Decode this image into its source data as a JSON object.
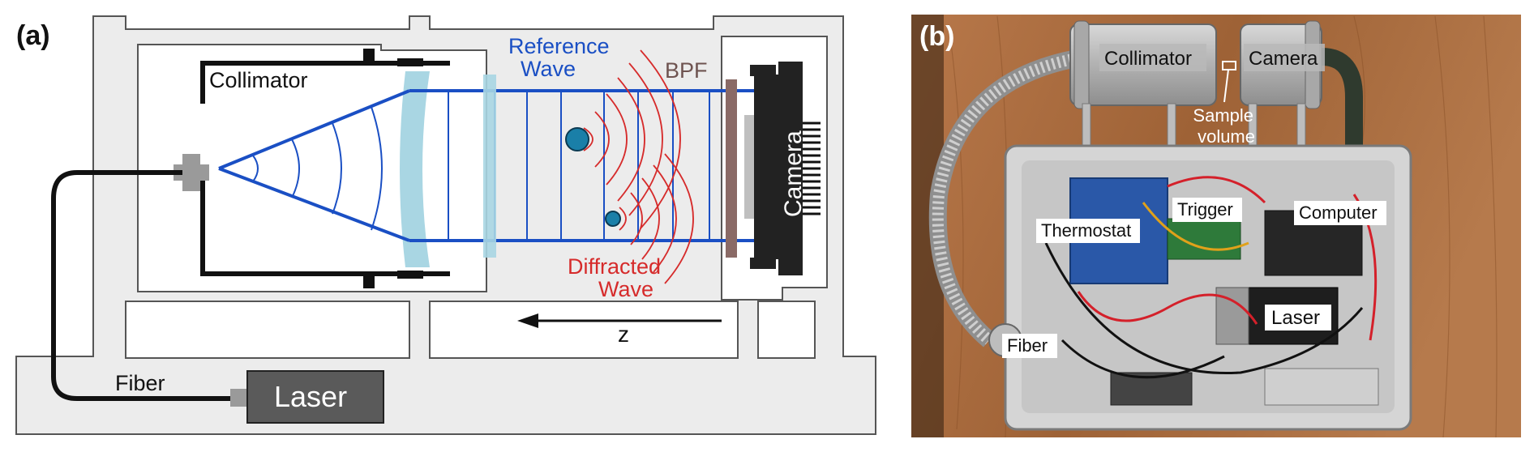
{
  "panel_a": {
    "tag": "(a)",
    "labels": {
      "collimator": "Collimator",
      "reference_wave_line1": "Reference",
      "reference_wave_line2": "Wave",
      "bpf": "BPF",
      "camera": "Camera",
      "diffracted_wave_line1": "Diffracted",
      "diffracted_wave_line2": "Wave",
      "z_axis": "z",
      "fiber": "Fiber",
      "laser": "Laser"
    }
  },
  "panel_b": {
    "tag": "(b)",
    "labels": {
      "collimator": "Collimator",
      "camera": "Camera",
      "sample_volume_line1": "Sample",
      "sample_volume_line2": "volume",
      "trigger": "Trigger",
      "computer": "Computer",
      "thermostat": "Thermostat",
      "laser": "Laser",
      "fiber": "Fiber"
    }
  },
  "colors": {
    "housing_fill": "#ececec",
    "housing_stroke": "#555555",
    "reference_wave": "#1a4fc4",
    "diffracted_wave": "#d62b2b",
    "lens": "#a9d6e3",
    "particle": "#1a7fa8",
    "bpf": "#8a6a66",
    "laser_box": "#5a5a5a",
    "wood": "#a2683a"
  }
}
